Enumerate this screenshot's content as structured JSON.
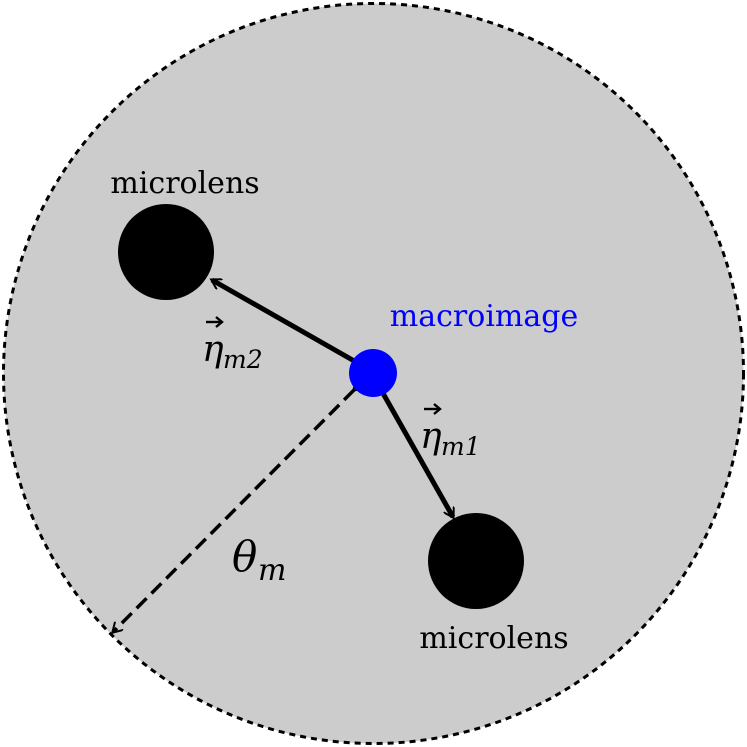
{
  "diagram": {
    "colors": {
      "background_disk": "#cccccc",
      "disk_outline": "#000000",
      "microlens": "#000000",
      "macroimage": "#0000ff",
      "arrow": "#000000",
      "macroimage_label": "#0000ff",
      "text": "#000000"
    },
    "labels": {
      "microlens_top": "microlens",
      "microlens_bottom": "microlens",
      "macroimage": "macroimage",
      "eta_m2": {
        "symbol": "η",
        "subscript": "m2"
      },
      "eta_m1": {
        "symbol": "η",
        "subscript": "m1"
      },
      "theta_m": {
        "symbol": "θ",
        "subscript": "m"
      }
    }
  }
}
